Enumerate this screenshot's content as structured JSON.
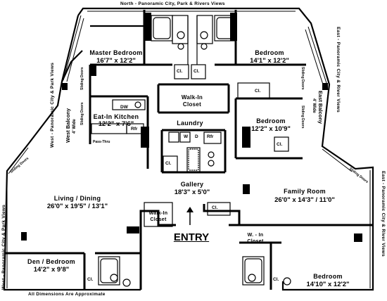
{
  "views": {
    "north": "North - Panoramic City, Park & Rivers Views",
    "east_upper": "East - Panoramic City & River Views",
    "east_lower": "East - Panoramic City & River Views",
    "west_upper": "West - Panoramic City & Park Views",
    "west_lower": "West - Panoramic City & Park Views"
  },
  "rooms": {
    "master_bedroom": {
      "name": "Master Bedroom",
      "dims": "16'7\" x 12'2\""
    },
    "bedroom_ne": {
      "name": "Bedroom",
      "dims": "14'1\" x 12'2\""
    },
    "bedroom_e": {
      "name": "Bedroom",
      "dims": "12'2\" x 10'9\""
    },
    "kitchen": {
      "name": "Eat-In Kitchen",
      "dims": "12'2\" x 7'6\""
    },
    "laundry": {
      "name": "Laundry"
    },
    "walkin_closet_top": {
      "name": "Walk-In Closet"
    },
    "gallery": {
      "name": "Gallery",
      "dims": "18'3\" x 5'0\""
    },
    "living": {
      "name": "Living / Dining",
      "dims": "26'0\" x 19'5\" / 13'1\""
    },
    "family": {
      "name": "Family Room",
      "dims": "26'0\" x 14'3\" / 11'0\""
    },
    "walkin_closet_entry": {
      "name": "Walk-In Closet"
    },
    "w_in_closet": {
      "name": "W. - In Closet"
    },
    "den": {
      "name": "Den / Bedroom",
      "dims": "14'2\" x 9'8\""
    },
    "bedroom_se": {
      "name": "Bedroom",
      "dims": "14'10\" x 12'2\""
    },
    "entry": "ENTRY",
    "west_balcony": {
      "name": "West Balcony",
      "dims": "4' Wide"
    },
    "east_balcony": {
      "name": "East Balcony",
      "dims": "4' Wide"
    }
  },
  "fixtures": {
    "closet": "Cl.",
    "dw": "DW",
    "refrigerator": "Rfr",
    "washer": "W",
    "dryer": "D",
    "pass_thru": "Pass-Thru",
    "sliding_doors": "Sliding Doors"
  },
  "footer": "All Dimensions Are Approximate"
}
